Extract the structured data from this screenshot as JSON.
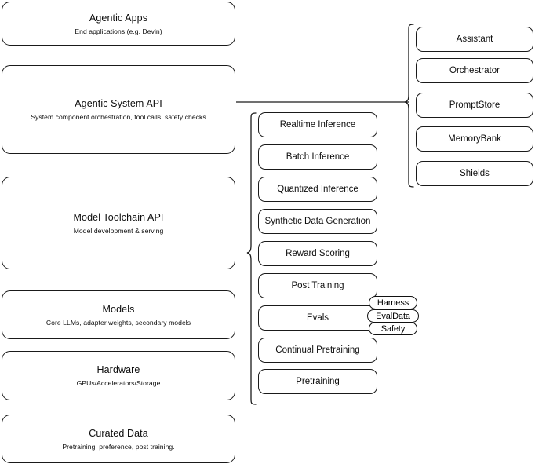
{
  "diagram": {
    "title": "Llama Stack layered architecture",
    "stroke_color": "#1a1a1a",
    "background_color": "#ffffff"
  },
  "left_stack": {
    "name": "platform-layers",
    "items": [
      {
        "id": "agentic-apps",
        "title": "Agentic Apps",
        "subtitle": "End applications (e.g. Devin)"
      },
      {
        "id": "agentic-system-api",
        "title": "Agentic System API",
        "subtitle": "System component orchestration, tool calls, safety checks"
      },
      {
        "id": "model-toolchain-api",
        "title": "Model Toolchain API",
        "subtitle": "Model development & serving"
      },
      {
        "id": "models",
        "title": "Models",
        "subtitle": "Core LLMs, adapter weights, secondary models"
      },
      {
        "id": "hardware",
        "title": "Hardware",
        "subtitle": "GPUs/Accelerators/Storage"
      },
      {
        "id": "curated-data",
        "title": "Curated Data",
        "subtitle": "Pretraining, preference, post training."
      }
    ]
  },
  "toolchain_column": {
    "name": "model-toolchain-capabilities",
    "items": [
      {
        "id": "realtime-inference",
        "label": "Realtime Inference"
      },
      {
        "id": "batch-inference",
        "label": "Batch Inference"
      },
      {
        "id": "quantized-inference",
        "label": "Quantized Inference"
      },
      {
        "id": "synthetic-data-generation",
        "label": "Synthetic Data Generation"
      },
      {
        "id": "reward-scoring",
        "label": "Reward Scoring"
      },
      {
        "id": "post-training",
        "label": "Post Training"
      },
      {
        "id": "evals",
        "label": "Evals"
      },
      {
        "id": "continual-pretraining",
        "label": "Continual Pretraining"
      },
      {
        "id": "pretraining",
        "label": "Pretraining"
      }
    ]
  },
  "evals_subitems": {
    "name": "evals-components",
    "items": [
      {
        "id": "harness",
        "label": "Harness"
      },
      {
        "id": "evaldata",
        "label": "EvalData"
      },
      {
        "id": "safety",
        "label": "Safety"
      }
    ]
  },
  "system_column": {
    "name": "agentic-system-components",
    "items": [
      {
        "id": "assistant",
        "label": "Assistant"
      },
      {
        "id": "orchestrator",
        "label": "Orchestrator"
      },
      {
        "id": "promptstore",
        "label": "PromptStore"
      },
      {
        "id": "memorybank",
        "label": "MemoryBank"
      },
      {
        "id": "shields",
        "label": "Shields"
      }
    ]
  }
}
